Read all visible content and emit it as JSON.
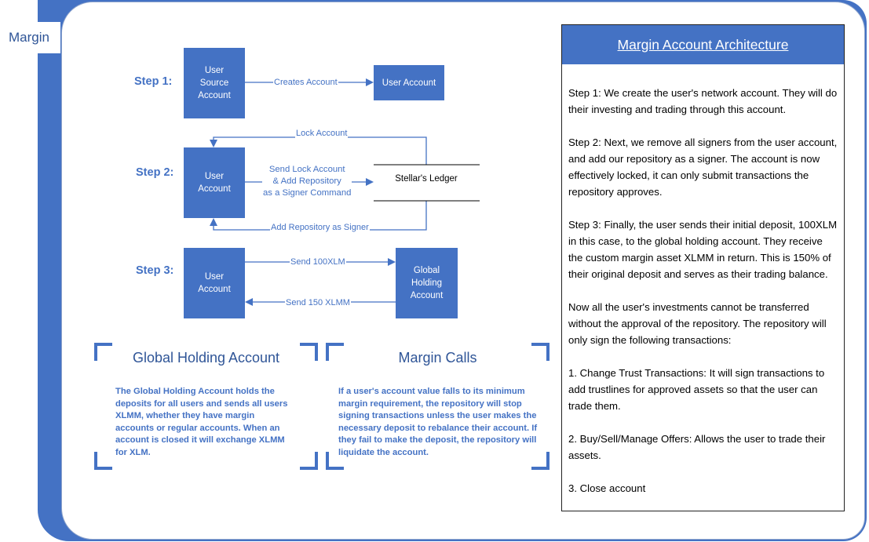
{
  "tab": {
    "label": "Margin"
  },
  "flow": {
    "steps": [
      {
        "label": "Step 1:"
      },
      {
        "label": "Step 2:"
      },
      {
        "label": "Step 3:"
      }
    ],
    "boxes": {
      "user_source_account": "User\nSource\nAccount",
      "user_account_step1": "User Account",
      "user_account_step2": "User\nAccount",
      "user_account_step3": "User\nAccount",
      "global_holding_account": "Global\nHolding\nAccount",
      "stellars_ledger": "Stellar's Ledger"
    },
    "edges": {
      "creates_account": "Creates Account",
      "lock_account": "Lock Account",
      "send_lock_command": "Send Lock Account\n& Add Repository\nas a Signer Command",
      "add_repository_as_signer": "Add Repository as Signer",
      "send_100xlm": "Send 100XLM",
      "send_150_xlmm": "Send 150 XLMM"
    }
  },
  "sections": {
    "global_holding": {
      "title": "Global Holding Account",
      "body": "The Global Holding Account holds the deposits for all users and sends all users XLMM, whether they have margin accounts or regular accounts. When an account is closed it will exchange XLMM for XLM."
    },
    "margin_calls": {
      "title": "Margin Calls",
      "body": "If a user's account value falls to its minimum margin requirement, the repository will stop signing transactions unless the user makes the necessary deposit to rebalance their account. If they fail to make the deposit, the repository will liquidate the account."
    }
  },
  "architecture": {
    "title": "Margin Account Architecture",
    "paragraphs": [
      "Step 1: We create the user's network account. They will do their investing and trading through this account.",
      "Step 2: Next, we remove all signers from the user account, and add our repository as a signer. The account is now effectively locked, it can only submit transactions the repository approves.",
      "Step 3: Finally, the user sends their initial deposit, 100XLM in this case, to the global holding account. They receive the custom margin asset XLMM in return. This is 150% of their original deposit and serves as their trading balance.",
      "Now all the user's investments cannot be transferred without the approval of the repository. The repository will only sign the following transactions:",
      "1. Change Trust Transactions: It will sign transactions to add trustlines for approved assets so that the user can trade them.",
      "2. Buy/Sell/Manage Offers: Allows the user to trade their assets.",
      "3. Close account"
    ]
  },
  "colors": {
    "accent": "#4472c4",
    "title_blue": "#2f5597"
  }
}
